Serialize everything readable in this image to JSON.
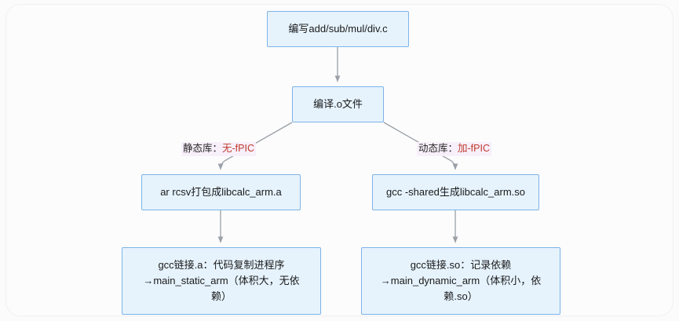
{
  "diagram": {
    "type": "flowchart",
    "direction": "top-down",
    "theme": {
      "canvas_bg": "#fbfbfb",
      "card_bg": "#fcfcfd",
      "node_fill": "#e6f3fd",
      "node_border": "#7eb3e8",
      "node_text": "#1a1a1a",
      "edge_color": "#9aa0a6",
      "label_bg": "#f7f0fb",
      "accent_text": "#c0392b"
    },
    "nodes": [
      {
        "id": "source",
        "name": "node-write-source",
        "text": "编写add/sub/mul/div.c"
      },
      {
        "id": "compile",
        "name": "node-compile-object",
        "text": "编译.o文件"
      },
      {
        "id": "static_lib",
        "name": "node-archive-static-lib",
        "text": "ar rcsv打包成libcalc_arm.a"
      },
      {
        "id": "shared_lib",
        "name": "node-build-shared-lib",
        "text": "gcc -shared生成libcalc_arm.so"
      },
      {
        "id": "static_link",
        "name": "node-link-static",
        "text": "gcc链接.a：代码复制进程序\n→main_static_arm（体积大，无依\n赖）"
      },
      {
        "id": "dynamic_link",
        "name": "node-link-dynamic",
        "text": "gcc链接.so：记录依赖\n→main_dynamic_arm（体积小，依\n赖.so）"
      }
    ],
    "edges": [
      {
        "from": "source",
        "to": "compile",
        "label": null
      },
      {
        "from": "compile",
        "to": "static_lib",
        "label_prefix": "静态库：",
        "label_accent": "无-fPIC"
      },
      {
        "from": "compile",
        "to": "shared_lib",
        "label_prefix": "动态库：",
        "label_accent": "加-fPIC"
      },
      {
        "from": "static_lib",
        "to": "static_link",
        "label": null
      },
      {
        "from": "shared_lib",
        "to": "dynamic_link",
        "label": null
      }
    ]
  }
}
